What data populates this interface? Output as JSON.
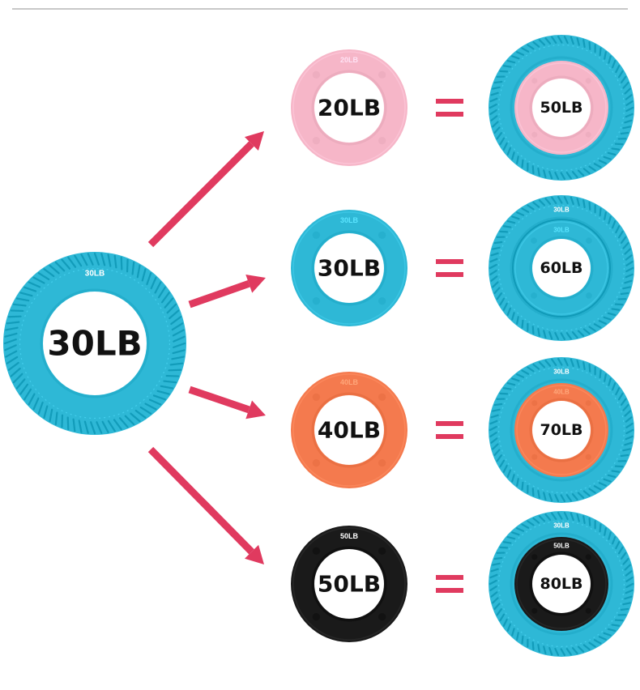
{
  "colors": {
    "cyan": "#2eb8d6",
    "cyan_dark": "#1f9fbd",
    "pink": "#f6b6c8",
    "orange": "#f47a4e",
    "black": "#1a1a1a",
    "accent": "#e03a5f",
    "divider": "#b5b5b5"
  },
  "source_ring": {
    "center_label": "30LB",
    "rim_label": "30LB",
    "color": "cyan"
  },
  "rows": [
    {
      "small_ring": {
        "center_label": "20LB",
        "rim_label": "20LB",
        "color": "pink"
      },
      "equals": "=",
      "combined": {
        "outer_rim_label": "",
        "inner_rim_label": "",
        "center_label": "50LB",
        "inner_color": "pink"
      }
    },
    {
      "small_ring": {
        "center_label": "30LB",
        "rim_label": "30LB",
        "color": "cyan"
      },
      "equals": "=",
      "combined": {
        "outer_rim_label": "30LB",
        "inner_rim_label": "30LB",
        "center_label": "60LB",
        "inner_color": "cyan"
      }
    },
    {
      "small_ring": {
        "center_label": "40LB",
        "rim_label": "40LB",
        "color": "orange"
      },
      "equals": "=",
      "combined": {
        "outer_rim_label": "30LB",
        "inner_rim_label": "40LB",
        "center_label": "70LB",
        "inner_color": "orange"
      }
    },
    {
      "small_ring": {
        "center_label": "50LB",
        "rim_label": "50LB",
        "color": "black"
      },
      "equals": "=",
      "combined": {
        "outer_rim_label": "30LB",
        "inner_rim_label": "50LB",
        "center_label": "80LB",
        "inner_color": "black"
      }
    }
  ]
}
